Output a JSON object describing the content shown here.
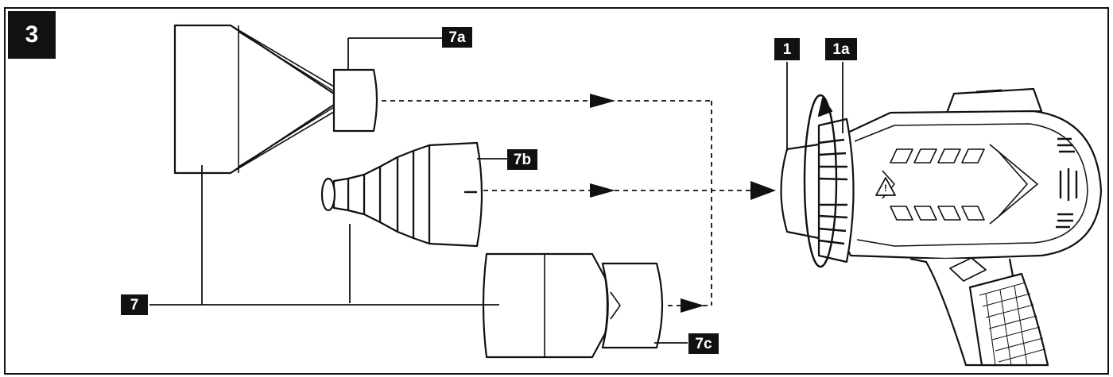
{
  "figure": {
    "number": "3",
    "callouts": {
      "c7a": "7a",
      "c7b": "7b",
      "c7c": "7c",
      "c7": "7",
      "c1": "1",
      "c1a": "1a"
    },
    "warning_symbol": "!"
  }
}
